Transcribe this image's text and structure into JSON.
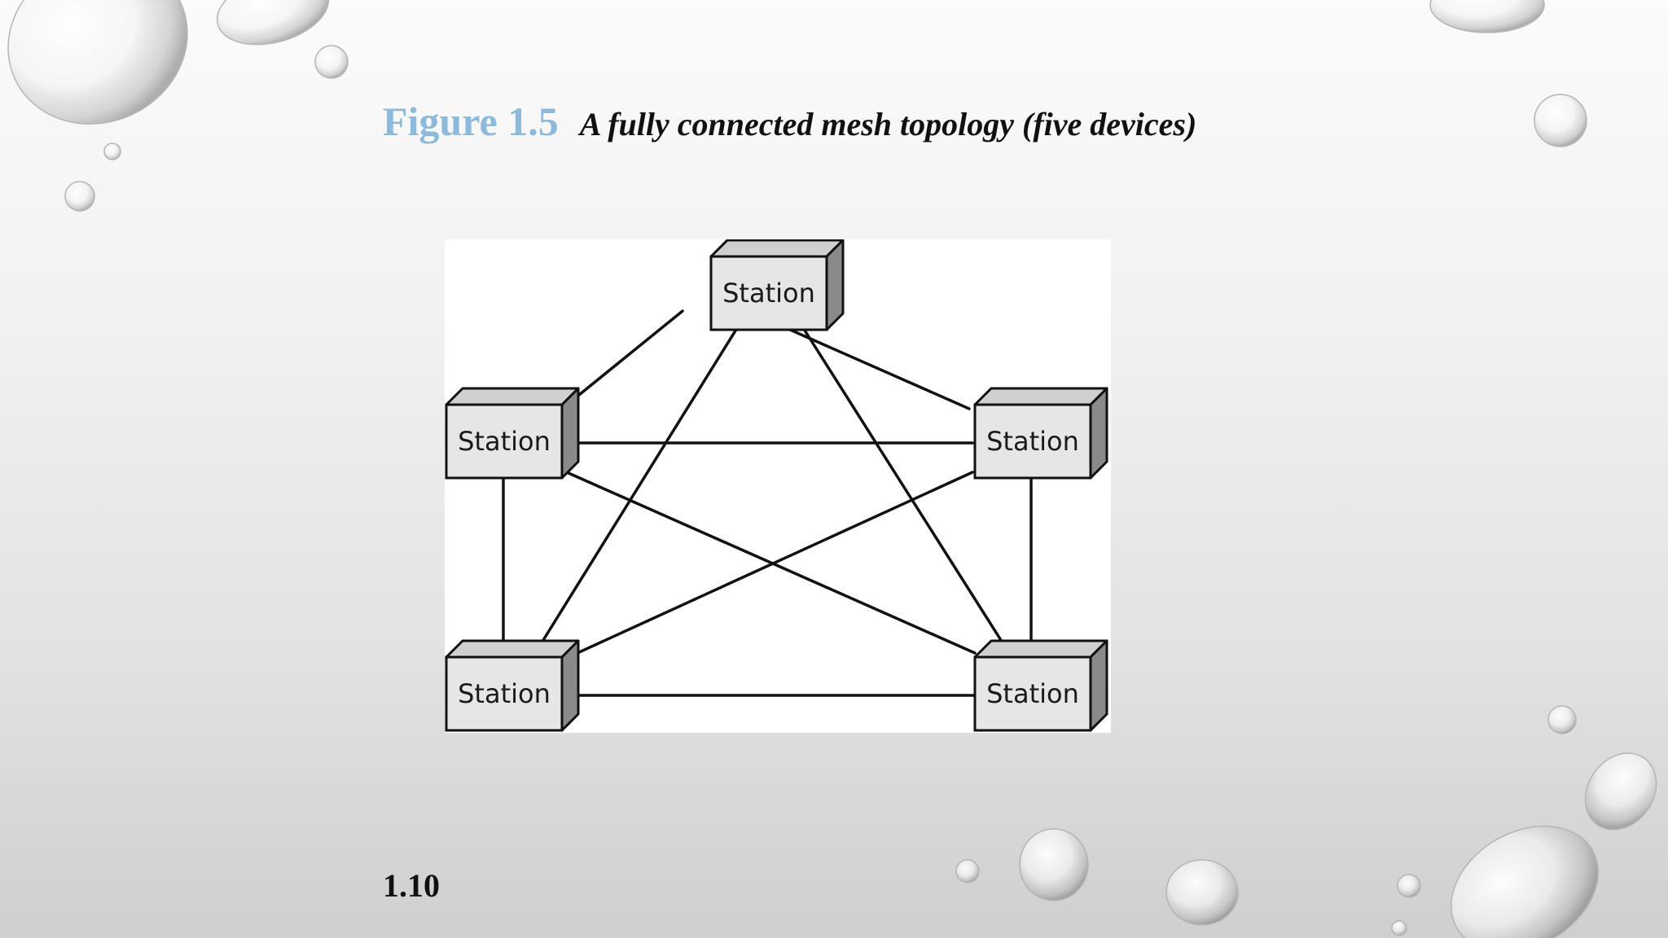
{
  "figure": {
    "number": "Figure 1.5",
    "caption": "A fully connected mesh topology (five devices)"
  },
  "diagram": {
    "stations": [
      {
        "id": "top",
        "label": "Station"
      },
      {
        "id": "left",
        "label": "Station"
      },
      {
        "id": "right",
        "label": "Station"
      },
      {
        "id": "bottom-left",
        "label": "Station"
      },
      {
        "id": "bottom-right",
        "label": "Station"
      }
    ],
    "links": [
      [
        "top",
        "left"
      ],
      [
        "top",
        "right"
      ],
      [
        "top",
        "bottom-left"
      ],
      [
        "top",
        "bottom-right"
      ],
      [
        "left",
        "right"
      ],
      [
        "left",
        "bottom-left"
      ],
      [
        "left",
        "bottom-right"
      ],
      [
        "right",
        "bottom-left"
      ],
      [
        "right",
        "bottom-right"
      ],
      [
        "bottom-left",
        "bottom-right"
      ]
    ]
  },
  "slide_number": "1.10",
  "colors": {
    "figure_number": "#8db9db",
    "station_front": "#e6e6e6",
    "station_top": "#d0d0d0",
    "station_side": "#8a8a8a"
  }
}
